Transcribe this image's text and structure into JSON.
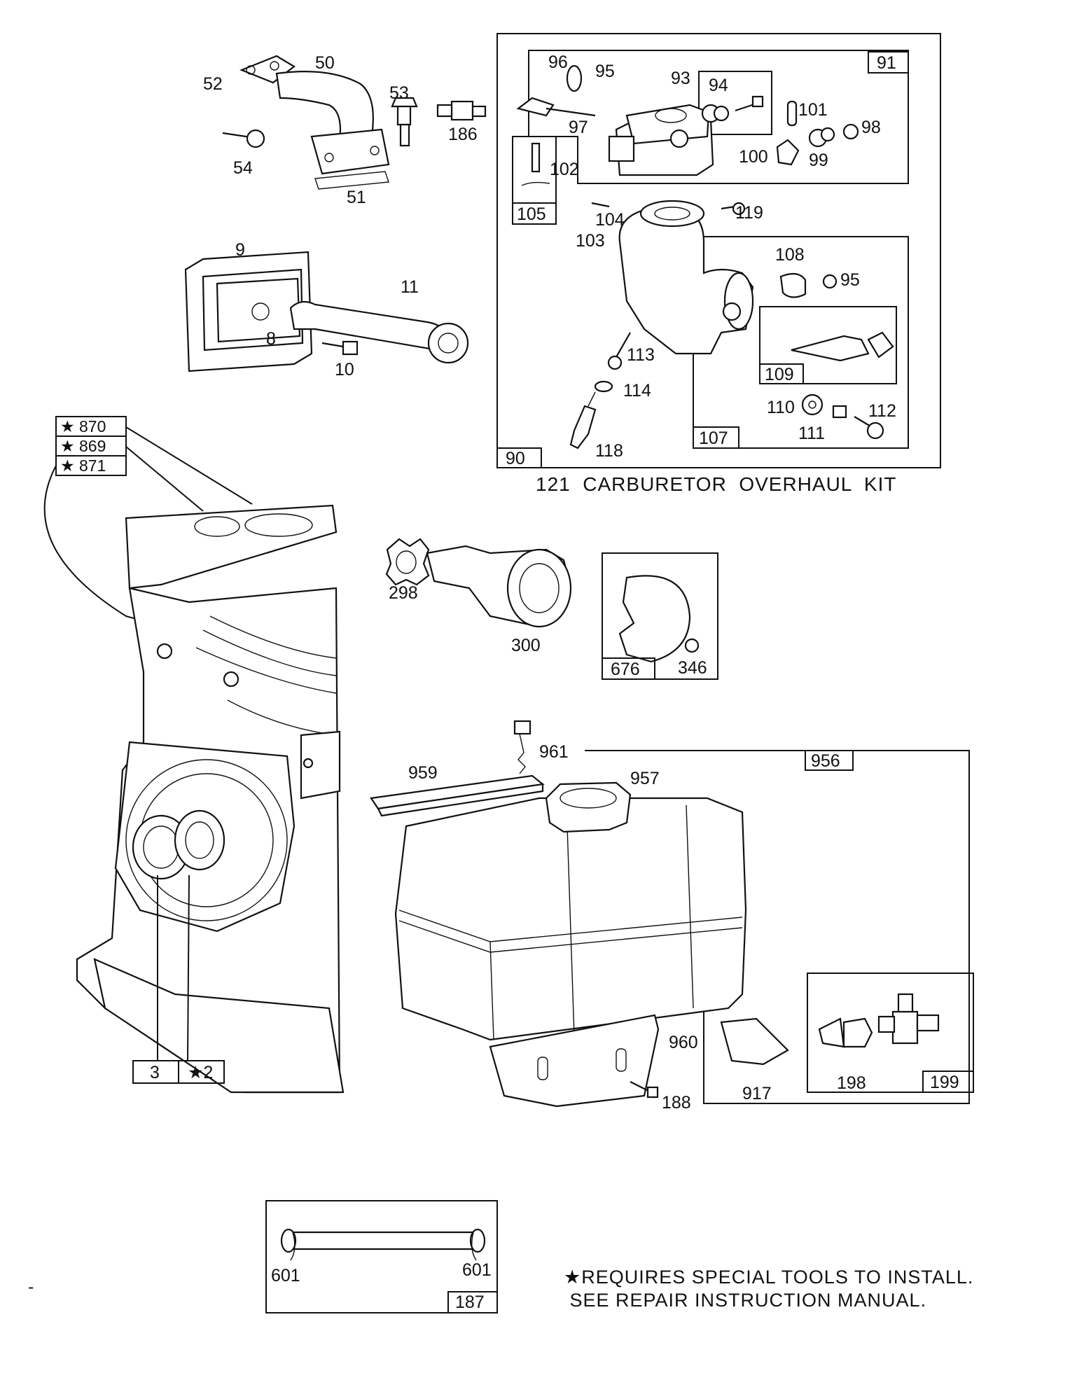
{
  "callouts": {
    "c50": "50",
    "c52": "52",
    "c53": "53",
    "c186": "186",
    "c54": "54",
    "c51": "51",
    "c9": "9",
    "c11": "11",
    "c8": "8",
    "c10": "10",
    "c96": "96",
    "c95a": "95",
    "c93": "93",
    "c94": "94",
    "c101": "101",
    "c98": "98",
    "c97": "97",
    "c100": "100",
    "c99": "99",
    "c102": "102",
    "c104": "104",
    "c119": "119",
    "c103": "103",
    "c108": "108",
    "c95b": "95",
    "c113": "113",
    "c114": "114",
    "c110": "110",
    "c111": "111",
    "c112": "112",
    "c118": "118",
    "c298": "298",
    "c300": "300",
    "c346": "346",
    "c961": "961",
    "c959": "959",
    "c957": "957",
    "c960": "960",
    "c917": "917",
    "c198": "198",
    "c188": "188",
    "c601a": "601",
    "c601b": "601"
  },
  "boxed": {
    "b91": "91",
    "b105": "105",
    "b109": "109",
    "b107": "107",
    "b90": "90",
    "b676": "676",
    "b956": "956",
    "b199": "199",
    "b187": "187",
    "b3": "3",
    "b2": "★2",
    "b870": "★  870",
    "b869": "★  869",
    "b871": "★  871"
  },
  "kit_title": "121  CARBURETOR  OVERHAUL  KIT",
  "footnote": {
    "line1": "★REQUIRES SPECIAL TOOLS TO INSTALL.",
    "line2": " SEE REPAIR INSTRUCTION MANUAL."
  },
  "stray_mark": "-"
}
